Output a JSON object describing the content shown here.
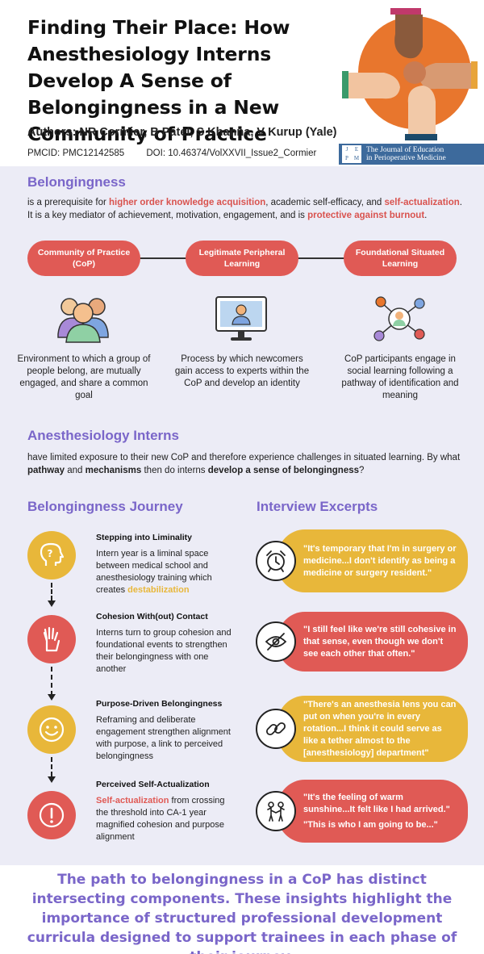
{
  "header": {
    "title": "Finding Their Place: How Anesthesiology Interns Develop A Sense of Belongingness in a New Community of Practice",
    "authors": "Authors: NR Cormier, B Patel, S Khanna, V Kurup (Yale)",
    "pmcid": "PMCID: PMC12142585",
    "doi": "DOI: 10.46374/VolXXVII_Issue2_Cormier",
    "journal_logo_letters": [
      "J",
      "E",
      "P",
      "M"
    ],
    "journal_line1": "The Journal of Education",
    "journal_line2": "in Perioperative Medicine",
    "hands_icon": "diverse-hands-icon"
  },
  "belongingness": {
    "heading": "Belongingness",
    "p1": "is a prerequisite for ",
    "p2": "higher order knowledge acquisition",
    "p3": ", academic self-efficacy, and ",
    "p4": "self-actualization",
    "p5": ". It is a key mediator of achievement, motivation, engagement, and is ",
    "p6": "protective against burnout",
    "p7": "."
  },
  "concepts": [
    {
      "label": "Community of Practice (CoP)",
      "icon": "group-people-icon",
      "text": "Environment to which a group of people belong, are mutually engaged, and share a common goal"
    },
    {
      "label": "Legitimate Peripheral Learning",
      "icon": "monitor-person-icon",
      "text": "Process by which newcomers gain access to experts within the CoP and develop an identity"
    },
    {
      "label": "Foundational Situated Learning",
      "icon": "network-person-icon",
      "text": "CoP participants engage in social learning following a pathway of identification and meaning"
    }
  ],
  "interns": {
    "heading": "Anesthesiology Interns",
    "p1": "have limited exposure to their new CoP and therefore experience challenges in situated learning.  By what ",
    "p2": "pathway",
    "p3": " and ",
    "p4": "mechanisms",
    "p5": " then do interns ",
    "p6": "develop a sense of belongingness",
    "p7": "?"
  },
  "journey": {
    "heading": "Belongingness Journey",
    "steps": [
      {
        "title": "Stepping into Liminality",
        "icon": "question-head-icon",
        "color": "#e8b73a",
        "text": "Intern year is a liminal space between medical school and anesthesiology training which creates ",
        "highlight": "destabilization",
        "highlight_color": "#e8b73a",
        "after": ""
      },
      {
        "title": "Cohesion With(out) Contact",
        "icon": "raised-hand-icon",
        "color": "#e05a55",
        "text": "Interns turn to group cohesion and foundational events to strengthen their belongingness with one another",
        "highlight": "",
        "after": ""
      },
      {
        "title": "Purpose-Driven Belongingness",
        "icon": "smiley-icon",
        "color": "#e8b73a",
        "text": "Reframing and deliberate engagement strengthen alignment with purpose, a link to perceived belongingness",
        "highlight": "",
        "after": ""
      },
      {
        "title": "Perceived Self-Actualization",
        "icon": "exclamation-icon",
        "color": "#e05a55",
        "text": "",
        "highlight": "Self-actualization",
        "highlight_color": "#e05a55",
        "after": " from crossing the threshold into CA-1 year magnified cohesion and purpose alignment"
      }
    ]
  },
  "interviews": {
    "heading": "Interview Excerpts",
    "quotes": [
      {
        "icon": "alarm-clock-icon",
        "lines": [
          "\"It's temporary that I'm in surgery or medicine...I don't identify as being a medicine or surgery resident.\""
        ]
      },
      {
        "icon": "eye-slash-icon",
        "lines": [
          "\"I still feel like we're still cohesive in that sense, even though we don't see each other that often.\""
        ]
      },
      {
        "icon": "chain-link-icon",
        "lines": [
          "\"There's an anesthesia lens you can put on when you're in every rotation...I think it could serve as like a tether almost to the [anesthesiology] department\""
        ]
      },
      {
        "icon": "people-handshake-icon",
        "lines": [
          "\"It's the feeling of warm sunshine...It felt like I had arrived.\"",
          "\"This is who I am going to be...\""
        ]
      }
    ]
  },
  "footer": "The path to belongingness in a CoP has distinct intersecting components.  These insights highlight the importance of structured professional development curricula designed to support trainees in each phase of their journey.",
  "colors": {
    "purple": "#7a66c9",
    "red": "#e05a55",
    "yellow": "#e8b73a",
    "lavender": "#ececf6"
  }
}
